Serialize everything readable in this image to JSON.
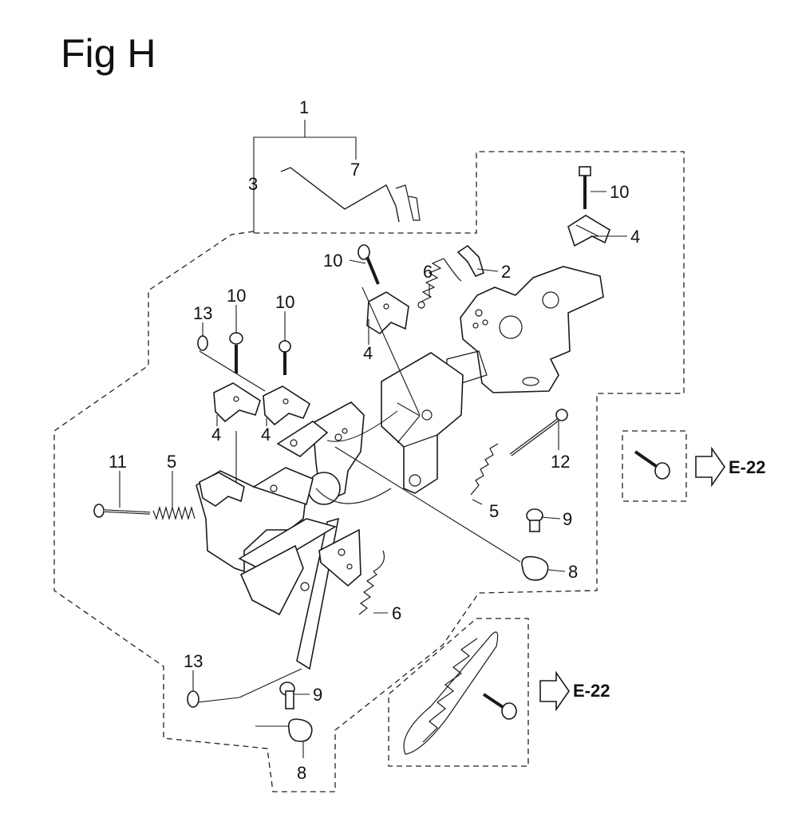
{
  "figure": {
    "title": "Fig H"
  },
  "callouts": {
    "c1": "1",
    "c2": "2",
    "c3": "3",
    "c4a": "4",
    "c4b": "4",
    "c4c": "4",
    "c4d": "4",
    "c5a": "5",
    "c5b": "5",
    "c6a": "6",
    "c6b": "6",
    "c7": "7",
    "c8a": "8",
    "c8b": "8",
    "c9a": "9",
    "c9b": "9",
    "c10a": "10",
    "c10b": "10",
    "c10c": "10",
    "c10d": "10",
    "c11": "11",
    "c12": "12",
    "c13a": "13",
    "c13b": "13"
  },
  "references": {
    "ref_upper": "E-22",
    "ref_lower": "E-22"
  }
}
